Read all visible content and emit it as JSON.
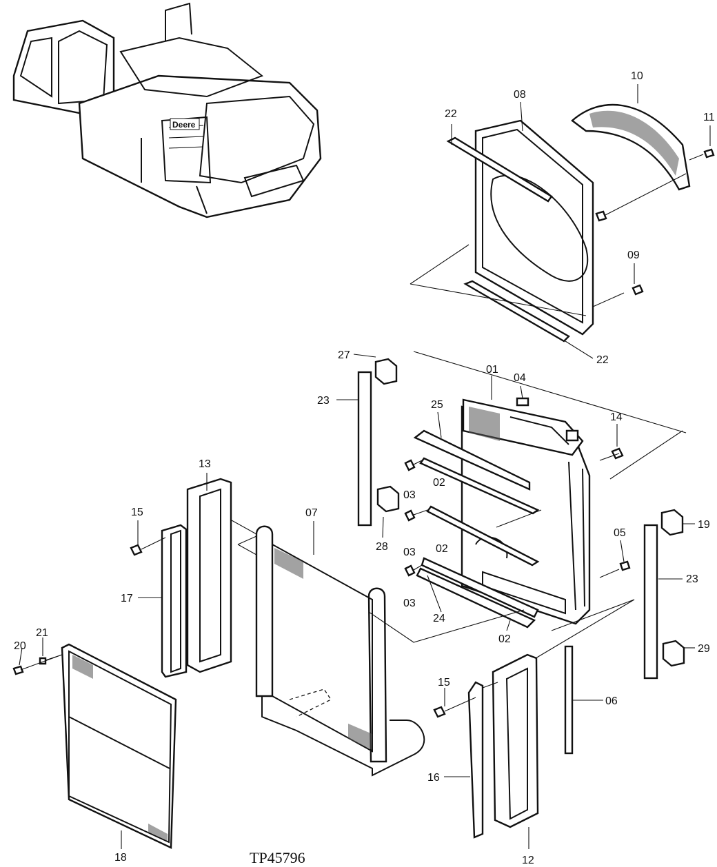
{
  "figure_code": "TP45796",
  "callouts": {
    "c01": "01",
    "c02a": "02",
    "c02b": "02",
    "c02c": "02",
    "c03a": "03",
    "c03b": "03",
    "c03c": "03",
    "c04": "04",
    "c05": "05",
    "c06": "06",
    "c07": "07",
    "c08": "08",
    "c09": "09",
    "c10": "10",
    "c11": "11",
    "c12": "12",
    "c13": "13",
    "c14": "14",
    "c15a": "15",
    "c15b": "15",
    "c16": "16",
    "c17": "17",
    "c18": "18",
    "c19": "19",
    "c20": "20",
    "c21": "21",
    "c22a": "22",
    "c22b": "22",
    "c23a": "23",
    "c23b": "23",
    "c24": "24",
    "c25": "25",
    "c27": "27",
    "c28": "28",
    "c29": "29"
  },
  "hood_badge": "Deere"
}
